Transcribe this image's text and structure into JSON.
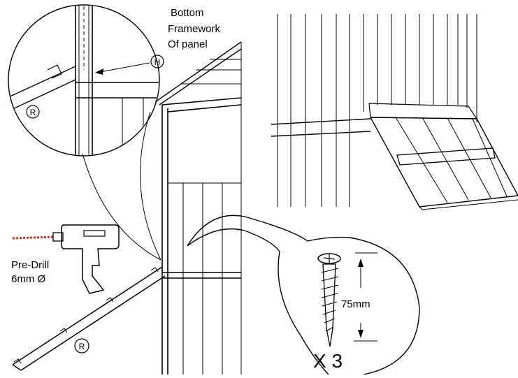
{
  "labels": {
    "bottom_line1": "Bottom",
    "bottom_line2": "Framework",
    "bottom_line3": "Of panel",
    "callout_h": "H",
    "callout_r_detail": "R",
    "callout_r_main": "R",
    "predrill_line1": "Pre-Drill",
    "predrill_line2": "6mm Ø",
    "screw_length": "75mm",
    "screw_quantity": "X 3"
  },
  "icons": {
    "drill": "drill-icon",
    "screw": "screw-icon"
  },
  "colors": {
    "ink": "#000000",
    "paper": "#ffffff",
    "drill_bit_accent": "#c0392b"
  }
}
